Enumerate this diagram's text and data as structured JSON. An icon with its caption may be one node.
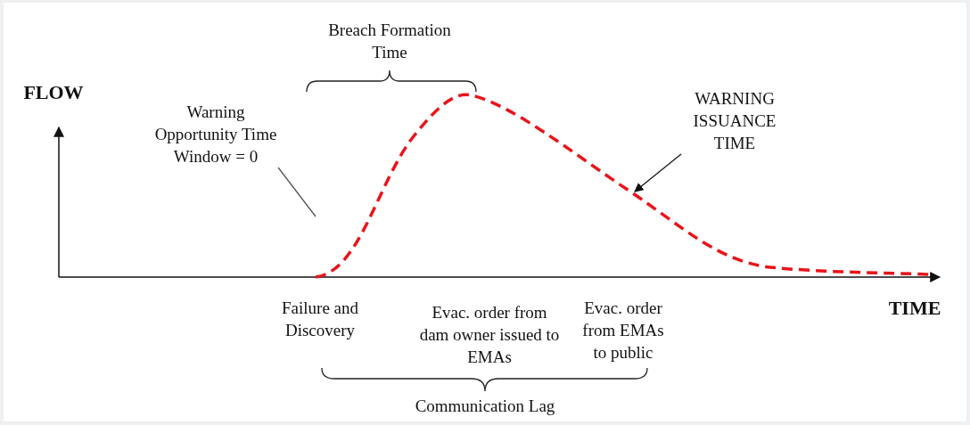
{
  "diagram": {
    "nodes": [
      {
        "text": [
          "Warning Opportunity Time Window = 0"
        ]
      },
      {
        "text": [
          "WARNING ISSUANCE TIME"
        ]
      }
    ],
    "edges": [
      {
        "from": 0,
        "to": null,
        "arrow": "none"
      },
      {
        "from": 1,
        "to": null,
        "arrow": "to"
      }
    ],
    "labels": [
      "Breach Formation Time",
      "FLOW",
      "TIME",
      "Failure and Discovery",
      "Evac. order from dam owner issued to EMAs",
      "Evac. order from EMAs to public",
      "Communication Lag"
    ]
  }
}
